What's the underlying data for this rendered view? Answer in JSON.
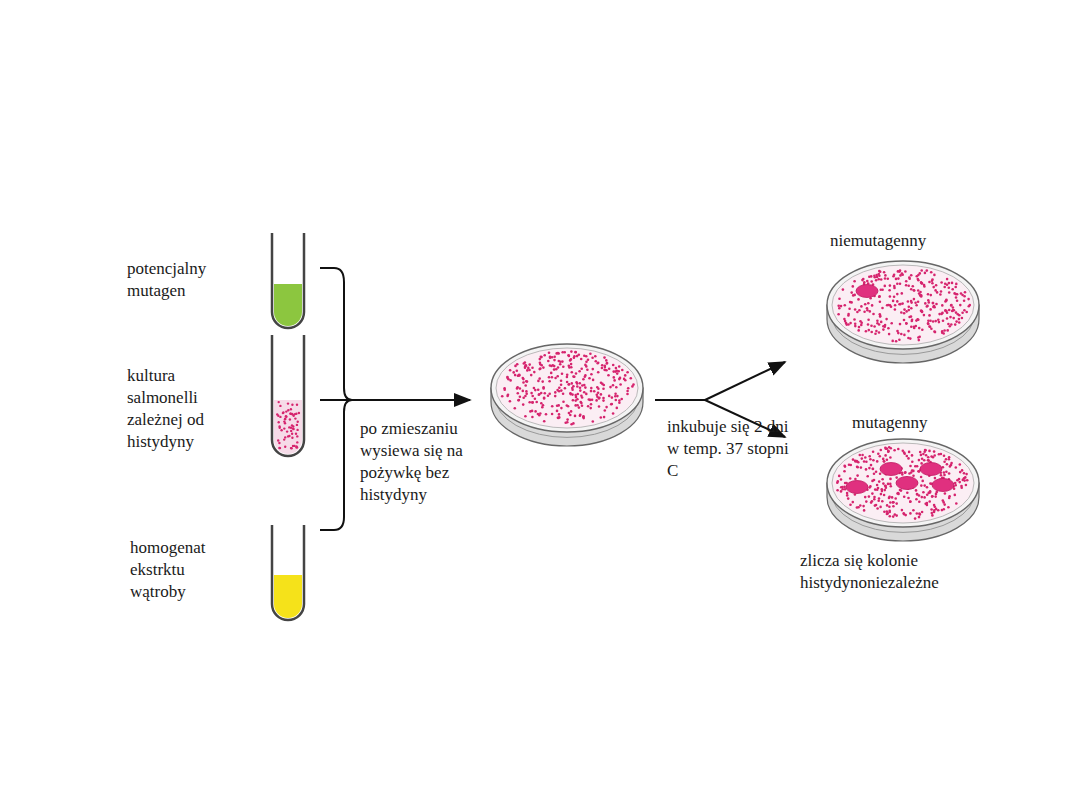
{
  "diagram": {
    "labels": [
      "potencjalny mutagen",
      "kultura salmonelli zależnej od histydyny",
      "homogenat ekstrktu wątroby",
      "po zmieszaniu wysiewa się na pożywkę bez histydyny",
      "inkubuje się 2 dni w temp. 37 stopni C",
      "niemutagenny",
      "mutagenny",
      "zlicza się kolonie histydynoniezależne"
    ]
  }
}
